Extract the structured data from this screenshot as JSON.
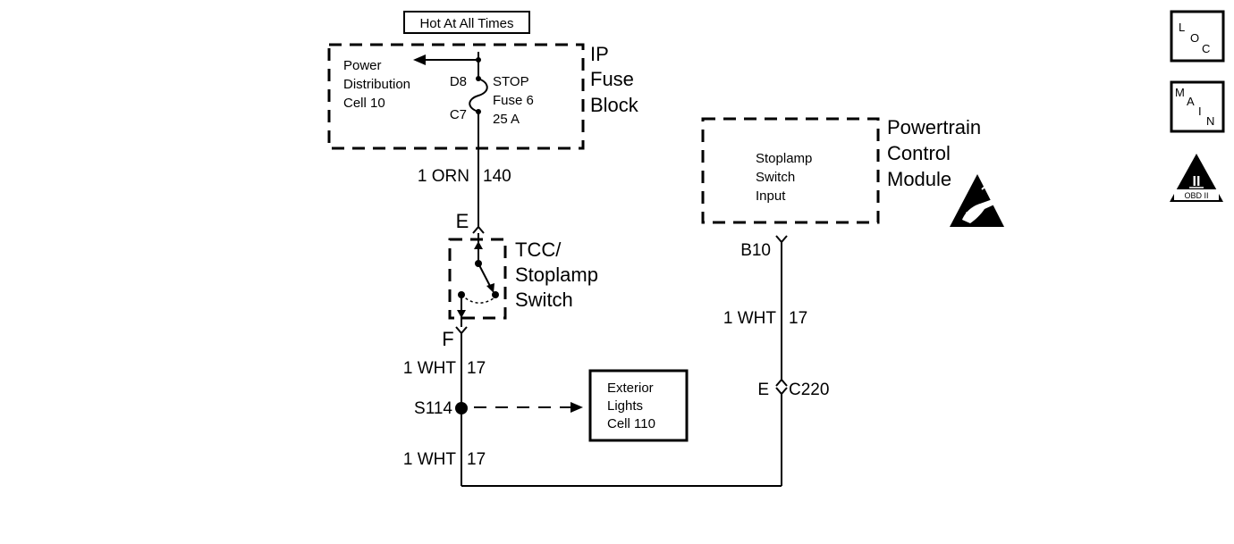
{
  "hot_label": "Hot At All Times",
  "fuse_block": {
    "name_line1": "IP",
    "name_line2": "Fuse",
    "name_line3": "Block",
    "pd_line1": "Power",
    "pd_line2": "Distribution",
    "pd_line3": "Cell 10",
    "pin_top": "D8",
    "pin_bottom": "C7",
    "fuse_line1": "STOP",
    "fuse_line2": "Fuse 6",
    "fuse_line3": "25  A"
  },
  "wire_orn": {
    "gauge_color": "1 ORN",
    "circuit": "140"
  },
  "switch": {
    "pin_top": "E",
    "pin_bottom": "F",
    "name_line1": "TCC/",
    "name_line2": "Stoplamp",
    "name_line3": "Switch"
  },
  "wire_wht_a": {
    "gauge_color": "1 WHT",
    "circuit": "17"
  },
  "splice": {
    "name": "S114"
  },
  "exterior": {
    "line1": "Exterior",
    "line2": "Lights",
    "line3": "Cell 110"
  },
  "wire_wht_b": {
    "gauge_color": "1 WHT",
    "circuit": "17"
  },
  "pcm": {
    "name_line1": "Powertrain",
    "name_line2": "Control",
    "name_line3": "Module",
    "input_line1": "Stoplamp",
    "input_line2": "Switch",
    "input_line3": "Input",
    "pin": "B10"
  },
  "wire_wht_c": {
    "gauge_color": "1 WHT",
    "circuit": "17"
  },
  "connector": {
    "pin": "E",
    "name": "C220"
  },
  "icons": {
    "loc": {
      "l1": "L",
      "l2": "O",
      "l3": "C"
    },
    "main": {
      "l1": "M",
      "l2": "A",
      "l3": "I",
      "l4": "N"
    },
    "obd": {
      "numeral": "II",
      "label": "OBD II"
    }
  }
}
